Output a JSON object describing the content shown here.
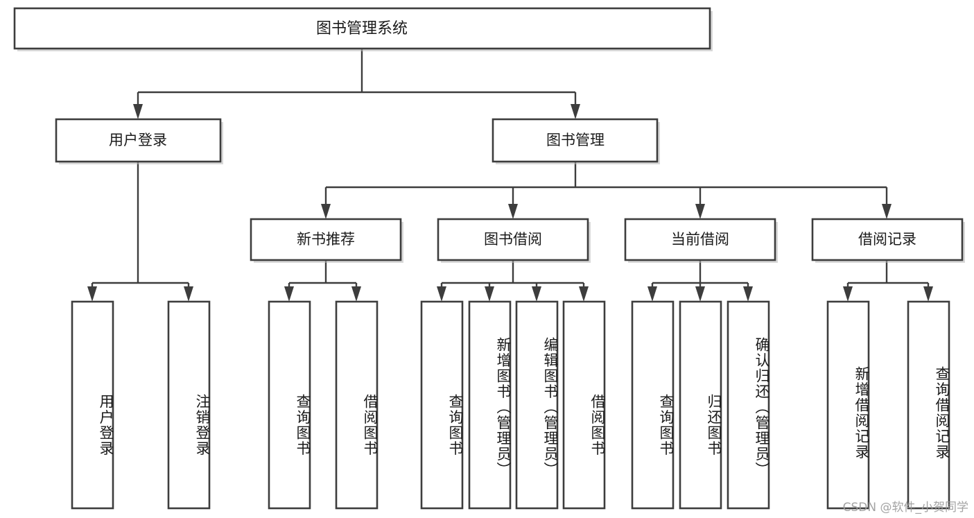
{
  "diagram": {
    "type": "tree-hierarchy-diagram",
    "title": "图书管理系统",
    "orientation": "top-down",
    "colors": {
      "box_stroke": "#3d3d3d",
      "box_fill": "#ffffff",
      "connector": "#3d3d3d",
      "background": "#ffffff",
      "watermark": "#9c9c9c"
    },
    "levels": {
      "root": {
        "label": "图书管理系统"
      },
      "level2": [
        {
          "label": "用户登录"
        },
        {
          "label": "图书管理"
        }
      ],
      "level3": [
        {
          "label": "新书推荐"
        },
        {
          "label": "图书借阅"
        },
        {
          "label": "当前借阅"
        },
        {
          "label": "借阅记录"
        }
      ],
      "leaves": [
        {
          "label": "用户登录",
          "parent": "用户登录"
        },
        {
          "label": "注销登录",
          "parent": "用户登录"
        },
        {
          "label": "查询图书",
          "parent": "新书推荐"
        },
        {
          "label": "借阅图书",
          "parent": "新书推荐"
        },
        {
          "label": "查询图书",
          "parent": "图书借阅"
        },
        {
          "label": "新增图书（管理员）",
          "parent": "图书借阅"
        },
        {
          "label": "编辑图书（管理员）",
          "parent": "图书借阅"
        },
        {
          "label": "借阅图书",
          "parent": "图书借阅"
        },
        {
          "label": "查询图书",
          "parent": "当前借阅"
        },
        {
          "label": "归还图书",
          "parent": "当前借阅"
        },
        {
          "label": "确认归还（管理员）",
          "parent": "当前借阅"
        },
        {
          "label": "新增借阅记录",
          "parent": "借阅记录"
        },
        {
          "label": "查询借阅记录",
          "parent": "借阅记录"
        }
      ]
    }
  },
  "watermark": {
    "text": "CSDN @软件_小贺同学"
  }
}
